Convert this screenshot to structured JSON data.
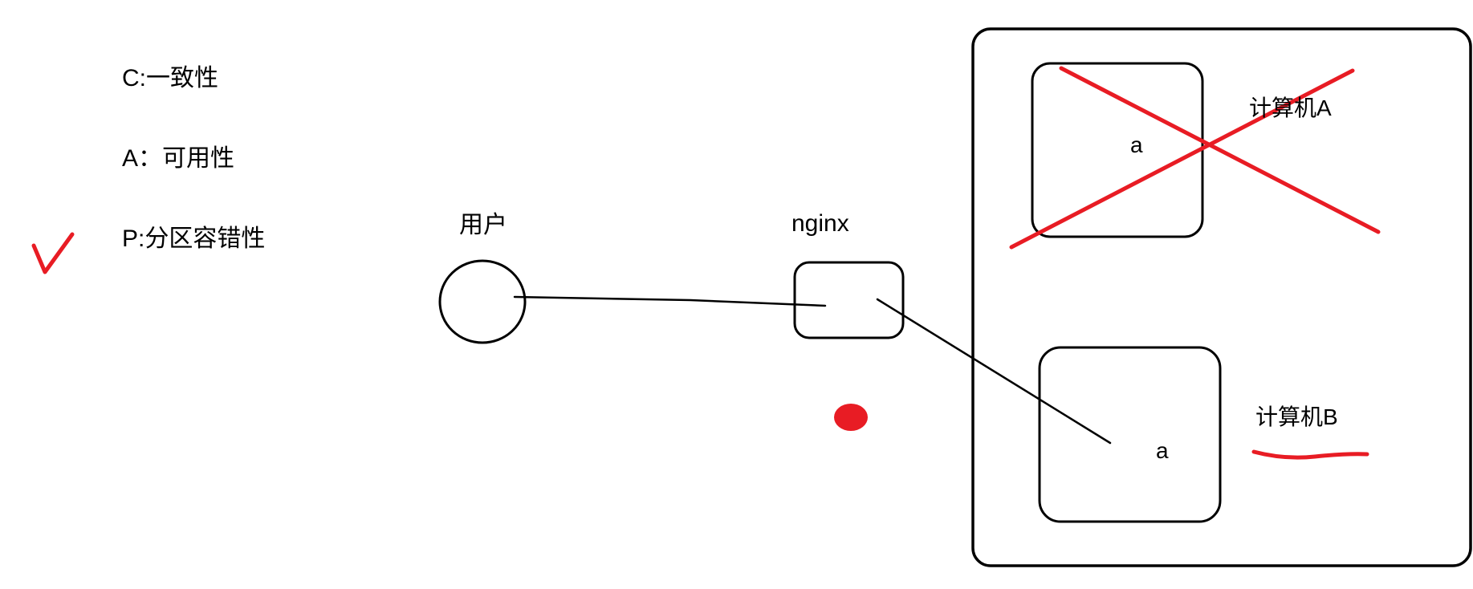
{
  "colors": {
    "ink": "#000000",
    "red": "#e81c24"
  },
  "notes": {
    "consistency": "C:一致性",
    "availability": "A：可用性",
    "partition_tolerance": "P:分区容错性"
  },
  "labels": {
    "user": "用户",
    "nginx": "nginx",
    "computer_a": "计算机A",
    "computer_b": "计算机B",
    "instance_a": "a",
    "instance_b": "a"
  }
}
